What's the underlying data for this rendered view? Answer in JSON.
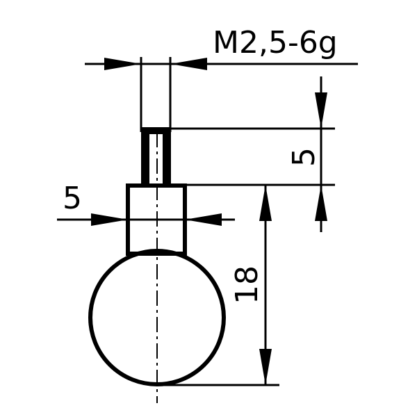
{
  "labels": {
    "thread": "M2,5-6g",
    "thread_length": "5",
    "shank_diameter": "5",
    "total_height": "18"
  },
  "colors": {
    "ink": "#000000",
    "paper": "#ffffff"
  }
}
